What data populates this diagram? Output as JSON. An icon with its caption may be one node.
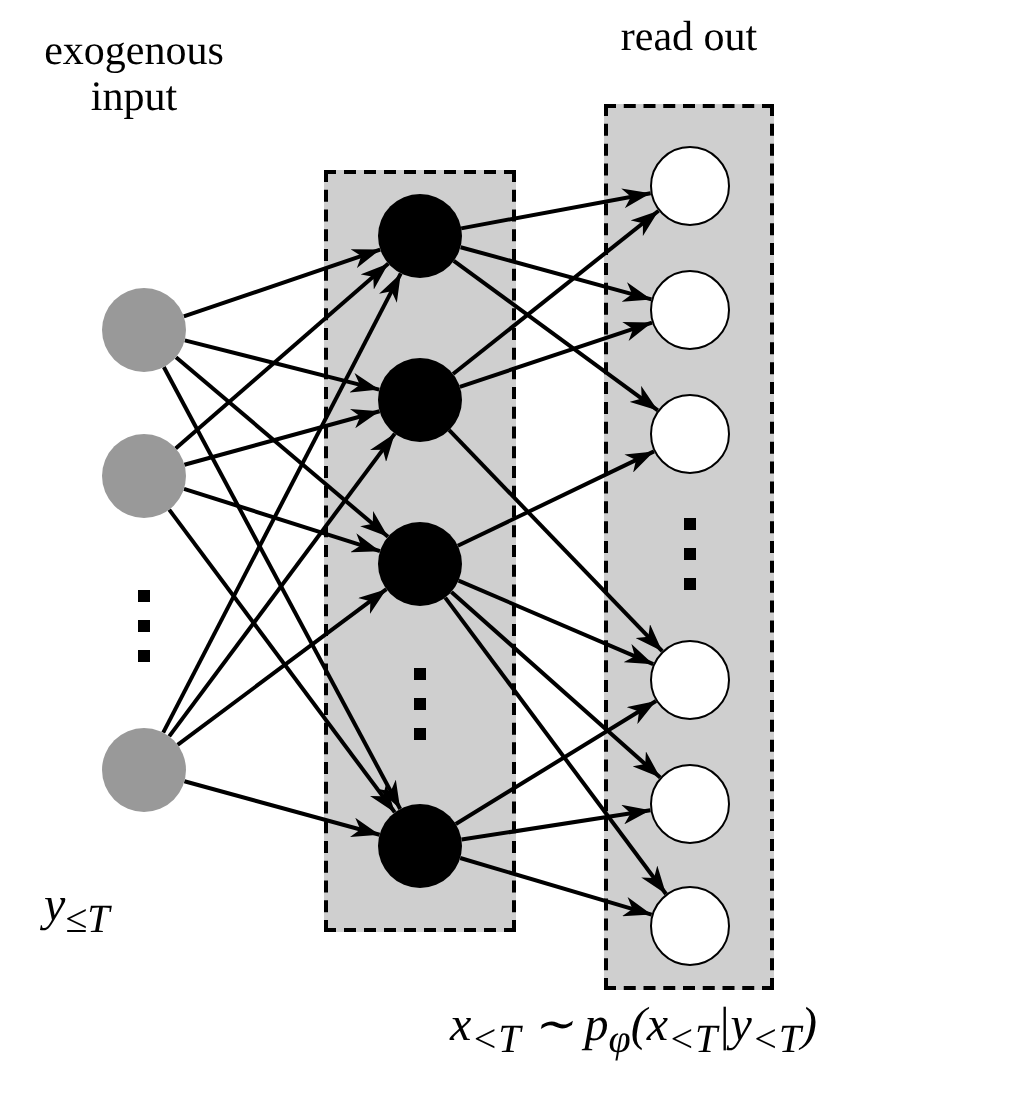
{
  "diagram": {
    "nodes": [
      {
        "text": [],
        "shape": "box"
      },
      {
        "text": [],
        "shape": "box",
        "beside": [
          "read out"
        ]
      },
      {
        "text": [],
        "shape": "circle"
      },
      {
        "text": [],
        "shape": "circle"
      },
      {
        "text": [],
        "shape": "circle"
      },
      {
        "text": [],
        "shape": "circle",
        "in": 0
      },
      {
        "text": [],
        "shape": "circle",
        "in": 0
      },
      {
        "text": [],
        "shape": "circle",
        "in": 0
      },
      {
        "text": [],
        "shape": "circle",
        "in": 0
      },
      {
        "text": [],
        "shape": "circle",
        "in": 1
      },
      {
        "text": [],
        "shape": "circle",
        "in": 1
      },
      {
        "text": [],
        "shape": "circle",
        "in": 1
      },
      {
        "text": [],
        "shape": "circle",
        "in": 1
      },
      {
        "text": [],
        "shape": "circle",
        "in": 1
      },
      {
        "text": [],
        "shape": "circle",
        "in": 1
      }
    ],
    "edges": [
      {
        "from": 2,
        "to": 5,
        "arrow": "to"
      },
      {
        "from": 2,
        "to": 6,
        "arrow": "to"
      },
      {
        "from": 2,
        "to": 7,
        "arrow": "to"
      },
      {
        "from": 2,
        "to": 8,
        "arrow": "to"
      },
      {
        "from": 3,
        "to": 5,
        "arrow": "to"
      },
      {
        "from": 3,
        "to": 6,
        "arrow": "to"
      },
      {
        "from": 3,
        "to": 7,
        "arrow": "to"
      },
      {
        "from": 3,
        "to": 8,
        "arrow": "to"
      },
      {
        "from": 4,
        "to": 5,
        "arrow": "to"
      },
      {
        "from": 4,
        "to": 6,
        "arrow": "to"
      },
      {
        "from": 4,
        "to": 7,
        "arrow": "to"
      },
      {
        "from": 4,
        "to": 8,
        "arrow": "to"
      },
      {
        "from": 5,
        "to": 9,
        "arrow": "to"
      },
      {
        "from": 5,
        "to": 10,
        "arrow": "to"
      },
      {
        "from": 5,
        "to": 11,
        "arrow": "to"
      },
      {
        "from": 6,
        "to": 9,
        "arrow": "to"
      },
      {
        "from": 6,
        "to": 10,
        "arrow": "to"
      },
      {
        "from": 6,
        "to": 12,
        "arrow": "to"
      },
      {
        "from": 7,
        "to": 11,
        "arrow": "to"
      },
      {
        "from": 7,
        "to": 12,
        "arrow": "to"
      },
      {
        "from": 7,
        "to": 13,
        "arrow": "to"
      },
      {
        "from": 7,
        "to": 14,
        "arrow": "to"
      },
      {
        "from": 8,
        "to": 12,
        "arrow": "to"
      },
      {
        "from": 8,
        "to": 13,
        "arrow": "to"
      },
      {
        "from": 8,
        "to": 14,
        "arrow": "to"
      }
    ],
    "labels": [
      "exogenous input",
      "y$_{≤T}$",
      "x$_{<T}$ ∼ p$_{φ}$(x$_{<T}$|y$_{<T}$)"
    ]
  }
}
